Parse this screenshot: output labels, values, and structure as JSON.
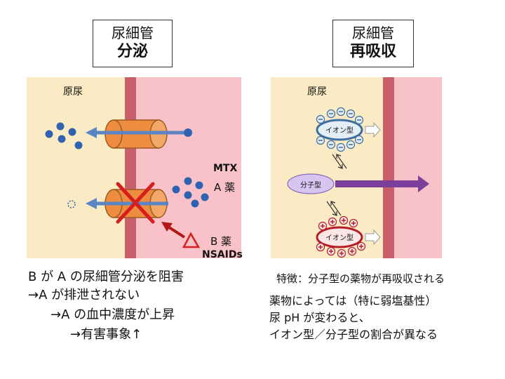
{
  "left": {
    "title_line1": "尿細管",
    "title_line2": "分泌",
    "region_label": "原尿",
    "mtx_label": "MTX",
    "drug_a_label": "A 薬",
    "drug_b_label": "B 薬",
    "nsaids_label": "NSAIDs",
    "caption_lines": [
      "B が A の尿細管分泌を阻害",
      "→A が排泄されない",
      "→A の血中濃度が上昇",
      "→有害事象↑"
    ]
  },
  "right": {
    "title_line1": "尿細管",
    "title_line2": "再吸収",
    "region_label": "原尿",
    "ion_form_label_top": "イオン型",
    "molecular_form_label": "分子型",
    "ion_form_label_bottom": "イオン型",
    "feature_line": "特徴：分子型の薬物が再吸収される",
    "note_lines": [
      "薬物によっては（特に弱塩基性）",
      "尿 pH が変わると、",
      "イオン型／分子型の割合が異なる"
    ]
  },
  "colors": {
    "urine": "#fbebc4",
    "blood": "#f8c2c8",
    "membrane": "#c8606c",
    "transporter": "#ee8c3f",
    "transporter_edge": "#9a5a22",
    "arrow_blue": "#5a84c4",
    "dot_blue": "#2f62b0",
    "cross_red": "#d71e1e",
    "purple": "#7a3f9a",
    "ion_top_fill": "#e4ecf6",
    "ion_top_edge": "#3f6f9e",
    "molecular_fill": "#d8c4f0",
    "ion_bottom_fill": "#fbe6e6",
    "ion_bottom_edge": "#b41e2a"
  }
}
